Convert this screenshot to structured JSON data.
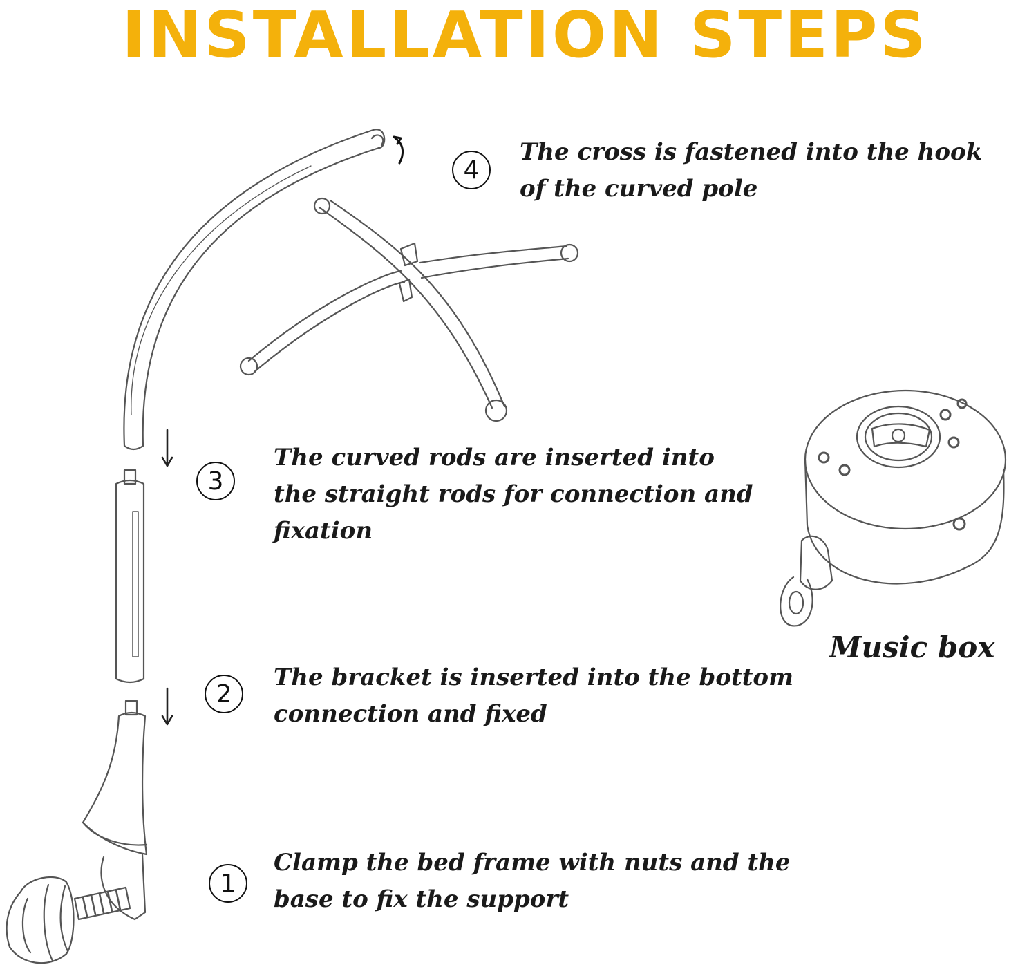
{
  "title": "INSTALLATION STEPS",
  "steps": [
    {
      "number": "4",
      "text": "The cross is fastened into the hook\nof the curved pole"
    },
    {
      "number": "3",
      "text": "The curved rods are inserted into\nthe straight rods for connection and\nfixation"
    },
    {
      "number": "2",
      "text": "The bracket is inserted into the bottom\nconnection and fixed"
    },
    {
      "number": "1",
      "text": "Clamp the bed frame with nuts and the\nbase to fix the support"
    }
  ],
  "music_box_label": "Music box",
  "colors": {
    "title": "#F4B10B",
    "line": "#555555",
    "text": "#1a1a1a"
  }
}
